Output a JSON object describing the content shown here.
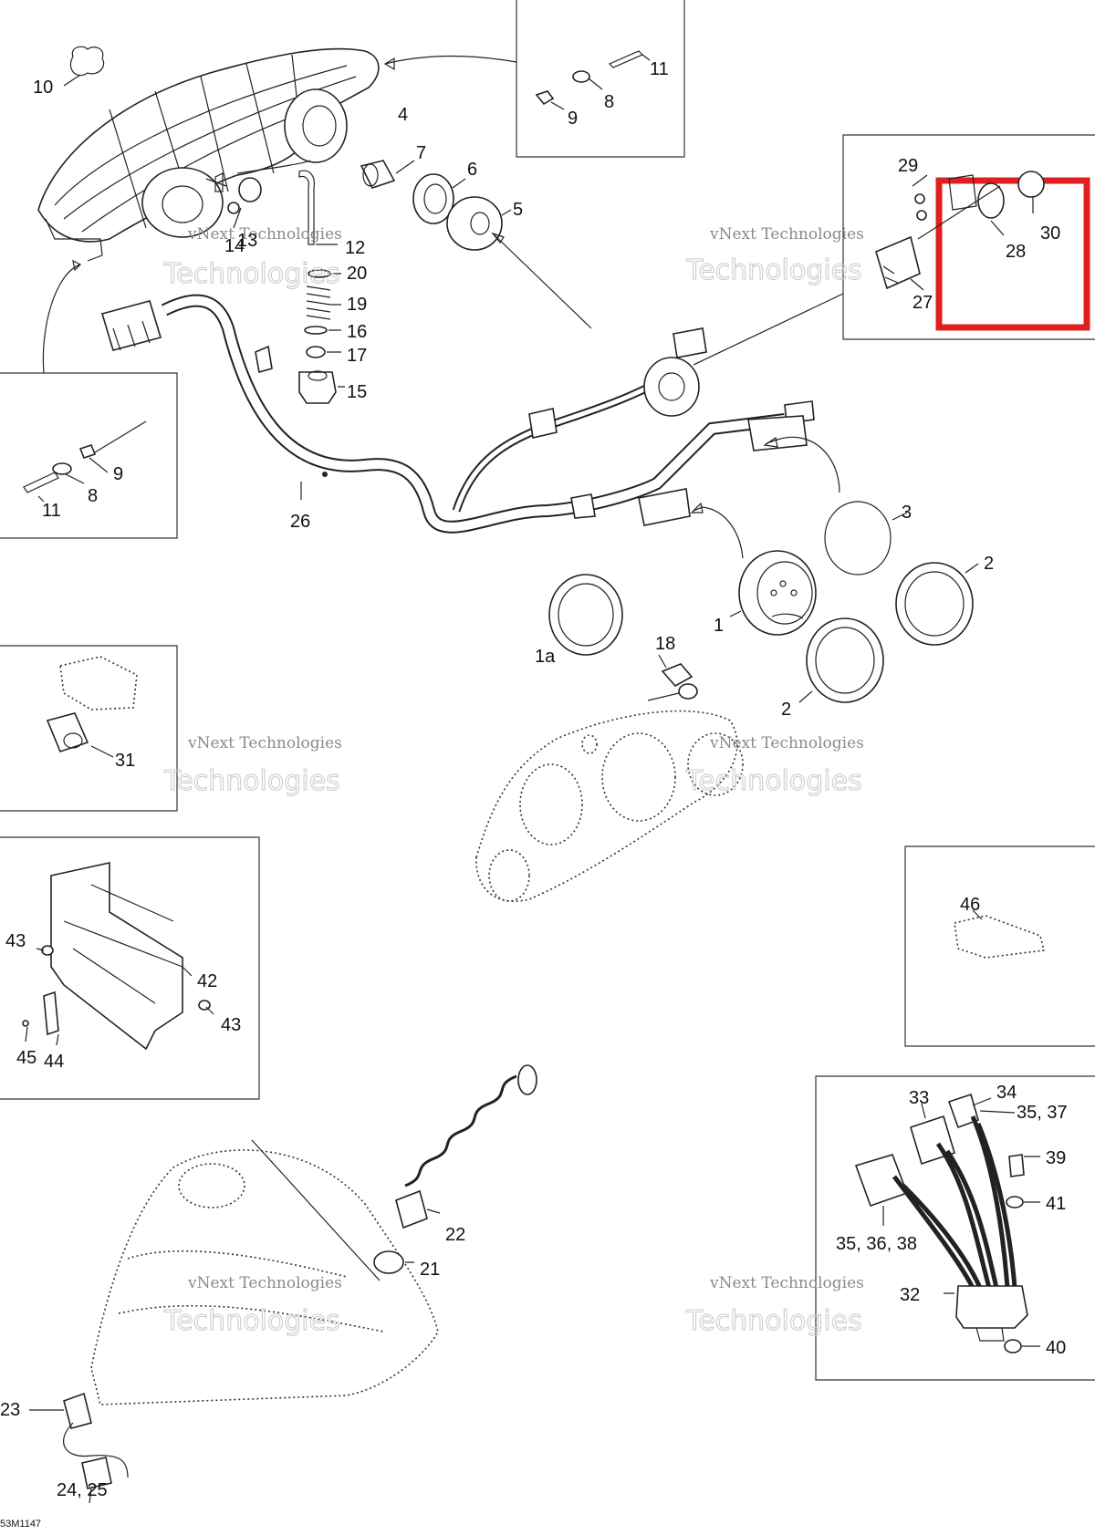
{
  "diagram": {
    "watermark_line1": "vNext Technologies",
    "watermark_line2": "Technologies",
    "drawing_code": "53M1147",
    "highlight_color": "#e02020",
    "callouts": {
      "c10": "10",
      "c4": "4",
      "c11a": "11",
      "c8a": "8",
      "c9a": "9",
      "c29": "29",
      "c30": "30",
      "c28": "28",
      "c27": "27",
      "c7": "7",
      "c6": "6",
      "c5": "5",
      "c13": "13",
      "c14": "14",
      "c12": "12",
      "c20": "20",
      "c19": "19",
      "c16": "16",
      "c17": "17",
      "c15": "15",
      "c9b": "9",
      "c8b": "8",
      "c11b": "11",
      "c26": "26",
      "c3": "3",
      "c2a": "2",
      "c1": "1",
      "c1a": "1a",
      "c18": "18",
      "c2b": "2",
      "c31": "31",
      "c46": "46",
      "c43a": "43",
      "c42": "42",
      "c43b": "43",
      "c45": "45",
      "c44": "44",
      "c33": "33",
      "c34": "34",
      "c3537": "35, 37",
      "c39": "39",
      "c41": "41",
      "c353638": "35, 36, 38",
      "c32": "32",
      "c40": "40",
      "c22": "22",
      "c21": "21",
      "c23": "23",
      "c2425": "24, 25"
    }
  }
}
